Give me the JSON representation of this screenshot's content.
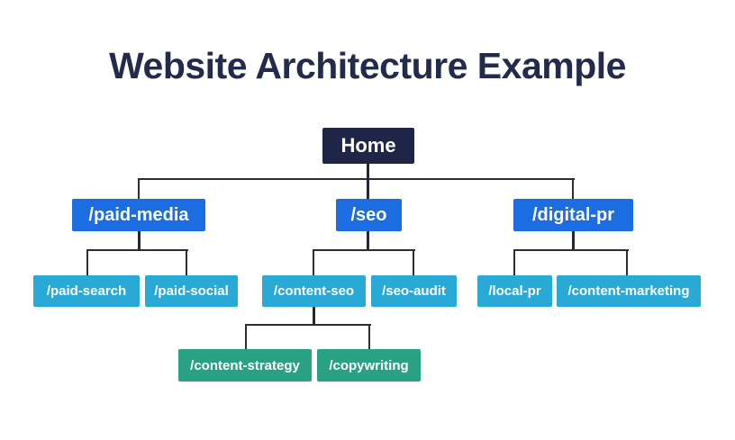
{
  "title": "Website Architecture Example",
  "colors": {
    "background": "#ffffff",
    "title_text": "#232b4d",
    "node_text": "#ffffff",
    "home_bg": "#1e2546",
    "level2_bg": "#1c6ce2",
    "level3_bg": "#29a9d6",
    "level4_bg": "#29a184",
    "connector": "#2b2f33",
    "connector_stub": "#22283c"
  },
  "tree": {
    "label": "Home",
    "children": [
      {
        "label": "/paid-media",
        "children": [
          {
            "label": "/paid-search"
          },
          {
            "label": "/paid-social"
          }
        ]
      },
      {
        "label": "/seo",
        "children": [
          {
            "label": "/content-seo",
            "children": [
              {
                "label": "/content-strategy"
              },
              {
                "label": "/copywriting"
              }
            ]
          },
          {
            "label": "/seo-audit"
          }
        ]
      },
      {
        "label": "/digital-pr",
        "children": [
          {
            "label": "/local-pr"
          },
          {
            "label": "/content-marketing"
          }
        ]
      }
    ]
  }
}
